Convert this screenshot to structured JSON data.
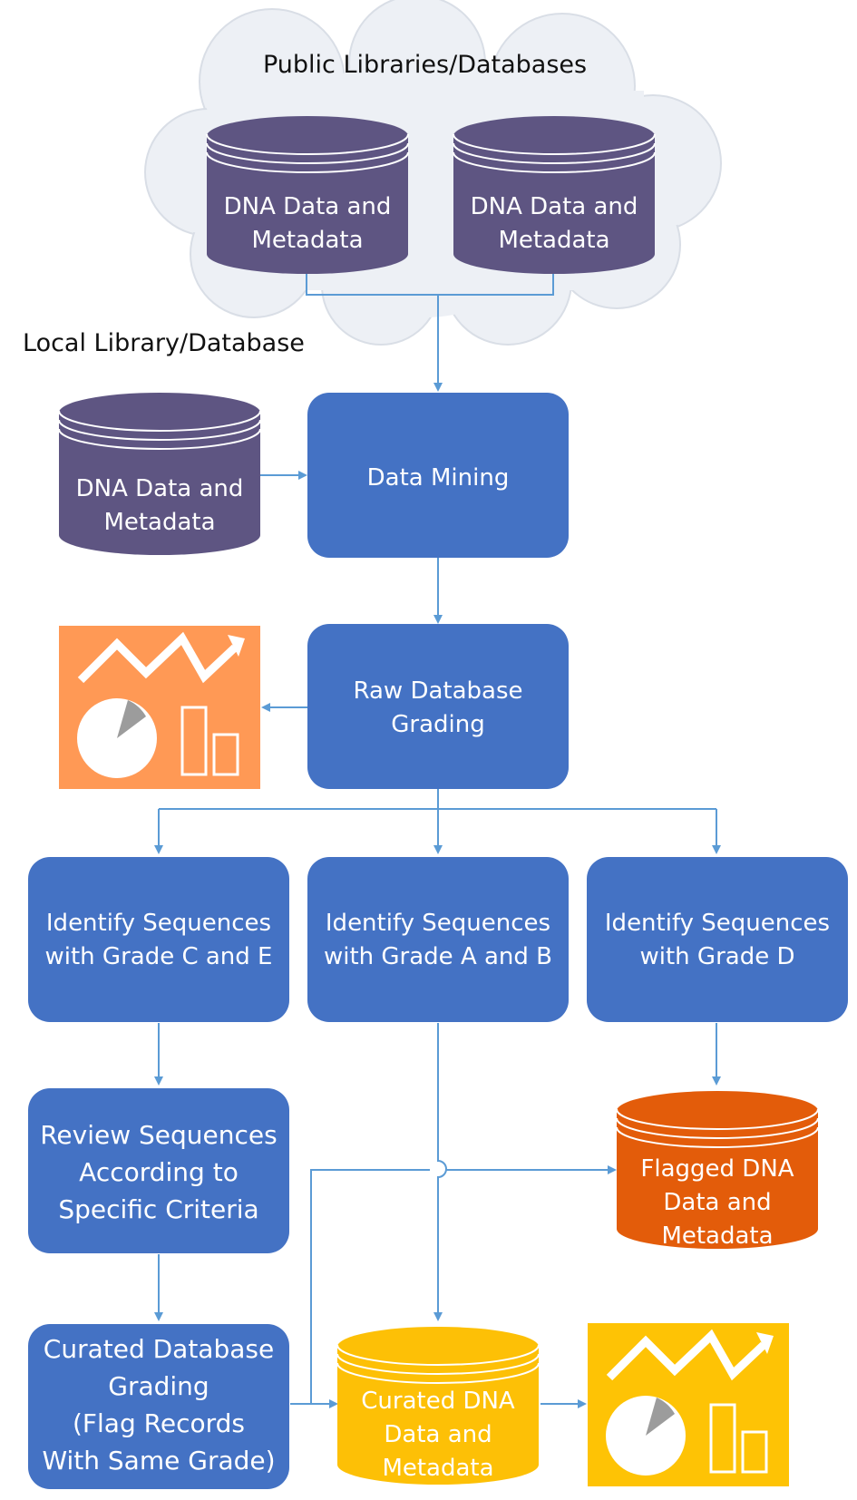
{
  "headings": {
    "public": "Public Libraries/Databases",
    "local": "Local Library/Database"
  },
  "databases": {
    "public1": [
      "DNA Data and",
      "Metadata"
    ],
    "public2": [
      "DNA Data and",
      "Metadata"
    ],
    "local": [
      "DNA Data and",
      "Metadata"
    ],
    "flagged": [
      "Flagged DNA",
      "Data and",
      "Metadata"
    ],
    "curated": [
      "Curated DNA",
      "Data and",
      "Metadata"
    ]
  },
  "steps": {
    "data_mining": [
      "Data Mining"
    ],
    "raw_grading": [
      "Raw Database",
      "Grading"
    ],
    "grade_ce": [
      "Identify Sequences",
      "with Grade C and E"
    ],
    "grade_ab": [
      "Identify Sequences",
      "with Grade A and B"
    ],
    "grade_d": [
      "Identify Sequences",
      "with Grade D"
    ],
    "review": [
      "Review Sequences",
      "According to",
      "Specific Criteria"
    ],
    "curated_grading": [
      "Curated Database",
      "Grading",
      "(Flag Records",
      "With Same Grade)"
    ]
  },
  "icons": {
    "raw_report": "chart-report-icon",
    "curated_report": "chart-report-icon"
  },
  "colors": {
    "process": "#4472C4",
    "database": "#5E5582",
    "flagged": "#E35C0A",
    "curated": "#FDC006",
    "raw_report": "#FF9955",
    "curated_report": "#FEC305",
    "arrow": "#5B9BD5",
    "cloud": "#EDF0F5"
  }
}
